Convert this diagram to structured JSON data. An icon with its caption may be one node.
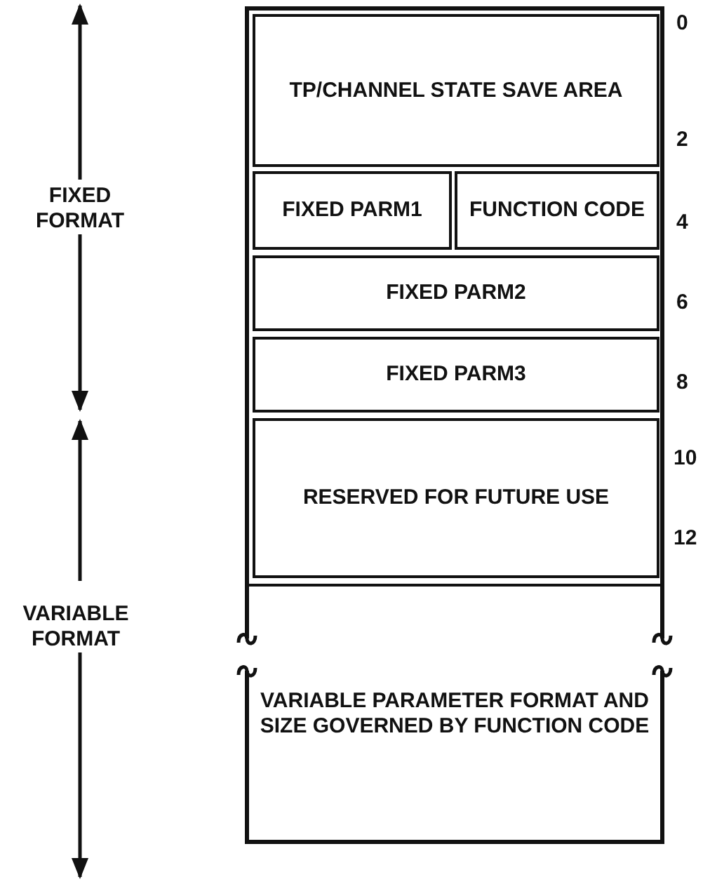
{
  "diagram": {
    "nodes": [
      {
        "text": [
          "TP/CHANNEL STATE SAVE AREA"
        ]
      },
      {
        "text": [
          "FIXED PARM1"
        ]
      },
      {
        "text": [
          "FUNCTION CODE"
        ]
      },
      {
        "text": [
          "FIXED PARM2"
        ]
      },
      {
        "text": [
          "FIXED PARM3"
        ]
      },
      {
        "text": [
          "RESERVED FOR FUTURE USE"
        ]
      },
      {
        "text": [
          "VARIABLE PARAMETER FORMAT AND SIZE GOVERNED BY FUNCTION CODE"
        ]
      }
    ],
    "labels": [
      "0",
      "2",
      "4",
      "6",
      "8",
      "10",
      "12",
      "FIXED FORMAT",
      "VARIABLE FORMAT"
    ]
  }
}
